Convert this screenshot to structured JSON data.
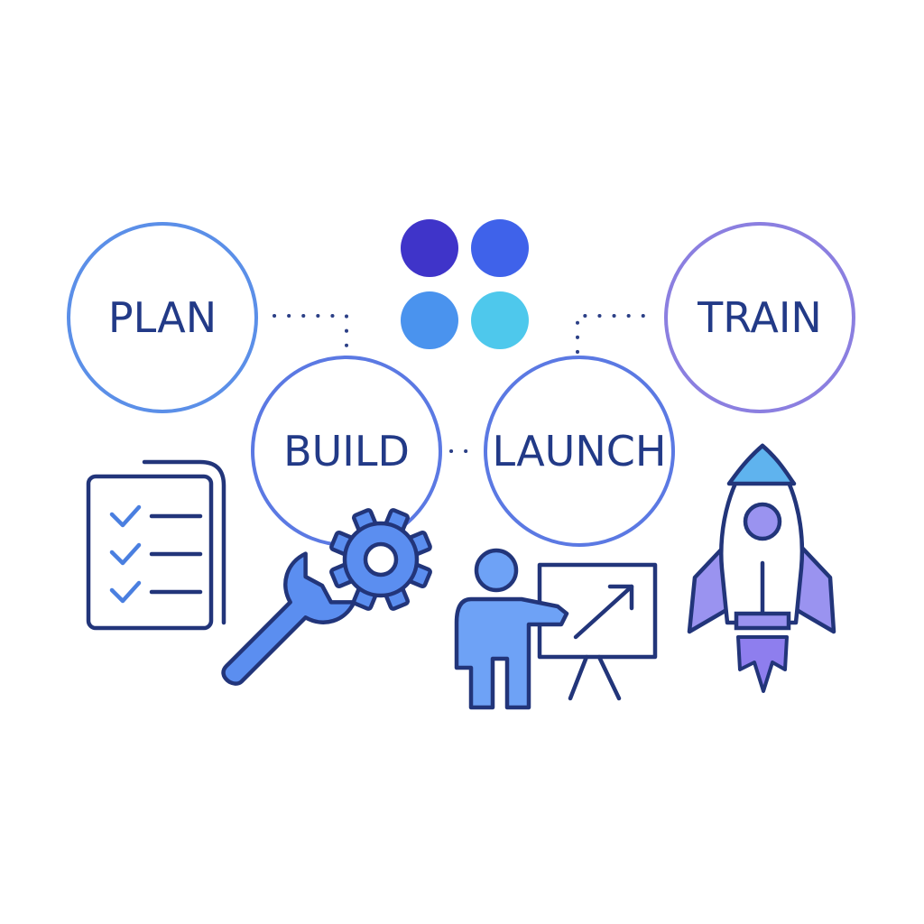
{
  "stages": [
    {
      "id": "plan",
      "label": "PLAN",
      "ring_color": "#5b8fe8"
    },
    {
      "id": "build",
      "label": "BUILD",
      "ring_color": "#5b79e3"
    },
    {
      "id": "launch",
      "label": "LAUNCH",
      "ring_color": "#5b79e3"
    },
    {
      "id": "train",
      "label": "TRAIN",
      "ring_color": "#8b7fe0"
    }
  ],
  "logo_dot_colors": [
    "#3f34c9",
    "#3f62ea",
    "#4a93ee",
    "#4ec8ec"
  ],
  "icons": [
    {
      "name": "checklist-icon",
      "fill": "#ffffff",
      "stroke": "#22357a"
    },
    {
      "name": "wrench-icon",
      "fill": "#5b8ef0",
      "stroke": "#22357a"
    },
    {
      "name": "gear-icon",
      "fill": "#5b8ef0",
      "stroke": "#22357a"
    },
    {
      "name": "presenter-icon",
      "fill": "#6ea2f6",
      "stroke": "#22357a"
    },
    {
      "name": "rocket-icon",
      "body": "#ffffff",
      "fins": "#9a93f0",
      "nose": "#5fb3ee",
      "flame": "#8e7eee",
      "stroke": "#22357a"
    }
  ],
  "text_color": "#223a87"
}
